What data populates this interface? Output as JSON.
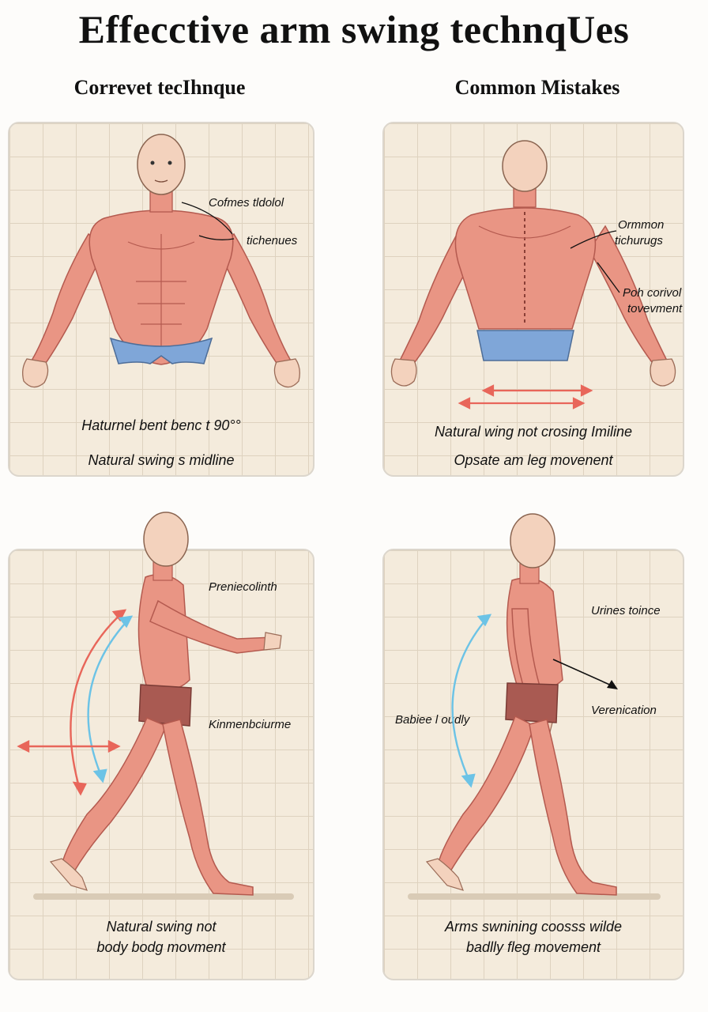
{
  "title": "Effecctive arm swing technqUes",
  "headers": {
    "correct": "Correvet tecIhnque",
    "mistakes": "Common Mistakes"
  },
  "panels": {
    "front": {
      "annotations": [
        "Cofmes tldolol",
        "tichenues"
      ],
      "captions": [
        "Haturnel bent benc t 90°°",
        "Natural swing s midline"
      ]
    },
    "back": {
      "annotations": [
        "Ormmon",
        "tichurugs",
        "Poh corivol",
        "tovevmentt"
      ],
      "captions": [
        "Natural wing not crosing Imiline",
        "Opsate am leg movenent"
      ]
    },
    "side_correct": {
      "annotations": [
        "Preniecolinth",
        "Kinmenbciurme"
      ],
      "captions": [
        "Natural swing not",
        "body bodg movment"
      ]
    },
    "side_mistake": {
      "annotations": [
        "Urines toince",
        "Babiee l oudly",
        "Verenication"
      ],
      "captions": [
        "Arms swnining coosss wilde",
        "badlly fleg movement"
      ]
    }
  },
  "colors": {
    "muscle": "#e99584",
    "muscle_dark": "#c9665a",
    "skin": "#f3d2bd",
    "shorts_blue": "#7fa6d8",
    "shorts_red": "#a95a52",
    "arrow_red": "#e8665a",
    "arrow_blue": "#6cc3e6",
    "panel_bg": "#f4ebdc"
  }
}
